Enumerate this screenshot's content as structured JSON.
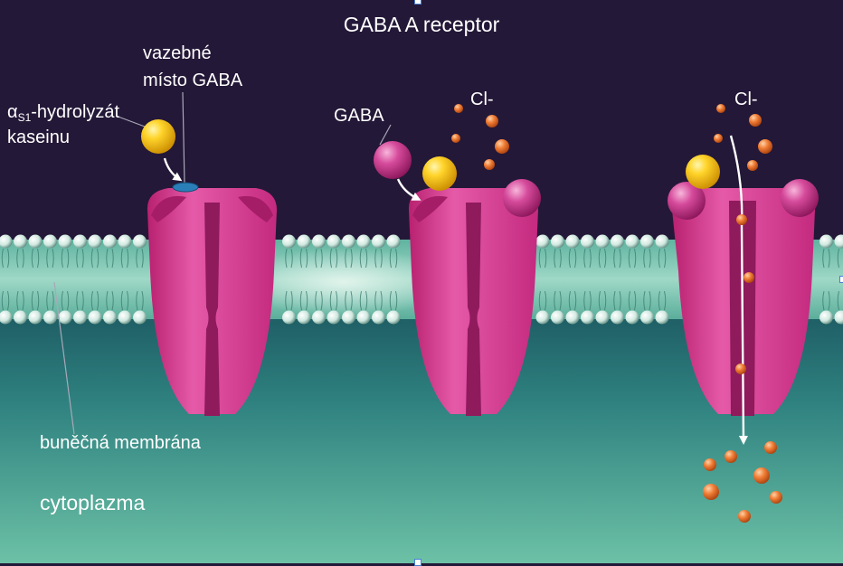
{
  "title": "GABA A receptor",
  "labels": {
    "binding_site_line1": "vazebné",
    "binding_site_line2": "místo GABA",
    "hydrolysate_alpha": "α",
    "hydrolysate_sub": "S1",
    "hydrolysate_rest": "-hydrolyzát",
    "hydrolysate_line2": "kaseinu",
    "gaba": "GABA",
    "chloride_1": "Cl-",
    "chloride_2": "Cl-",
    "membrane": "buněčná membrána",
    "cytoplasm": "cytoplazma"
  },
  "colors": {
    "extracellular": "#241838",
    "membrane_core": "#8fd1c0",
    "cytoplasm_top": "#2c7a78",
    "cytoplasm_bottom": "#6ec3a8",
    "receptor": "#d6378f",
    "receptor_dark": "#8f1a5c",
    "gaba": "#c93d8e",
    "hydrolysate": "#f7c21a",
    "chloride": "#e8702a",
    "binding_site": "#2a7fb8"
  }
}
